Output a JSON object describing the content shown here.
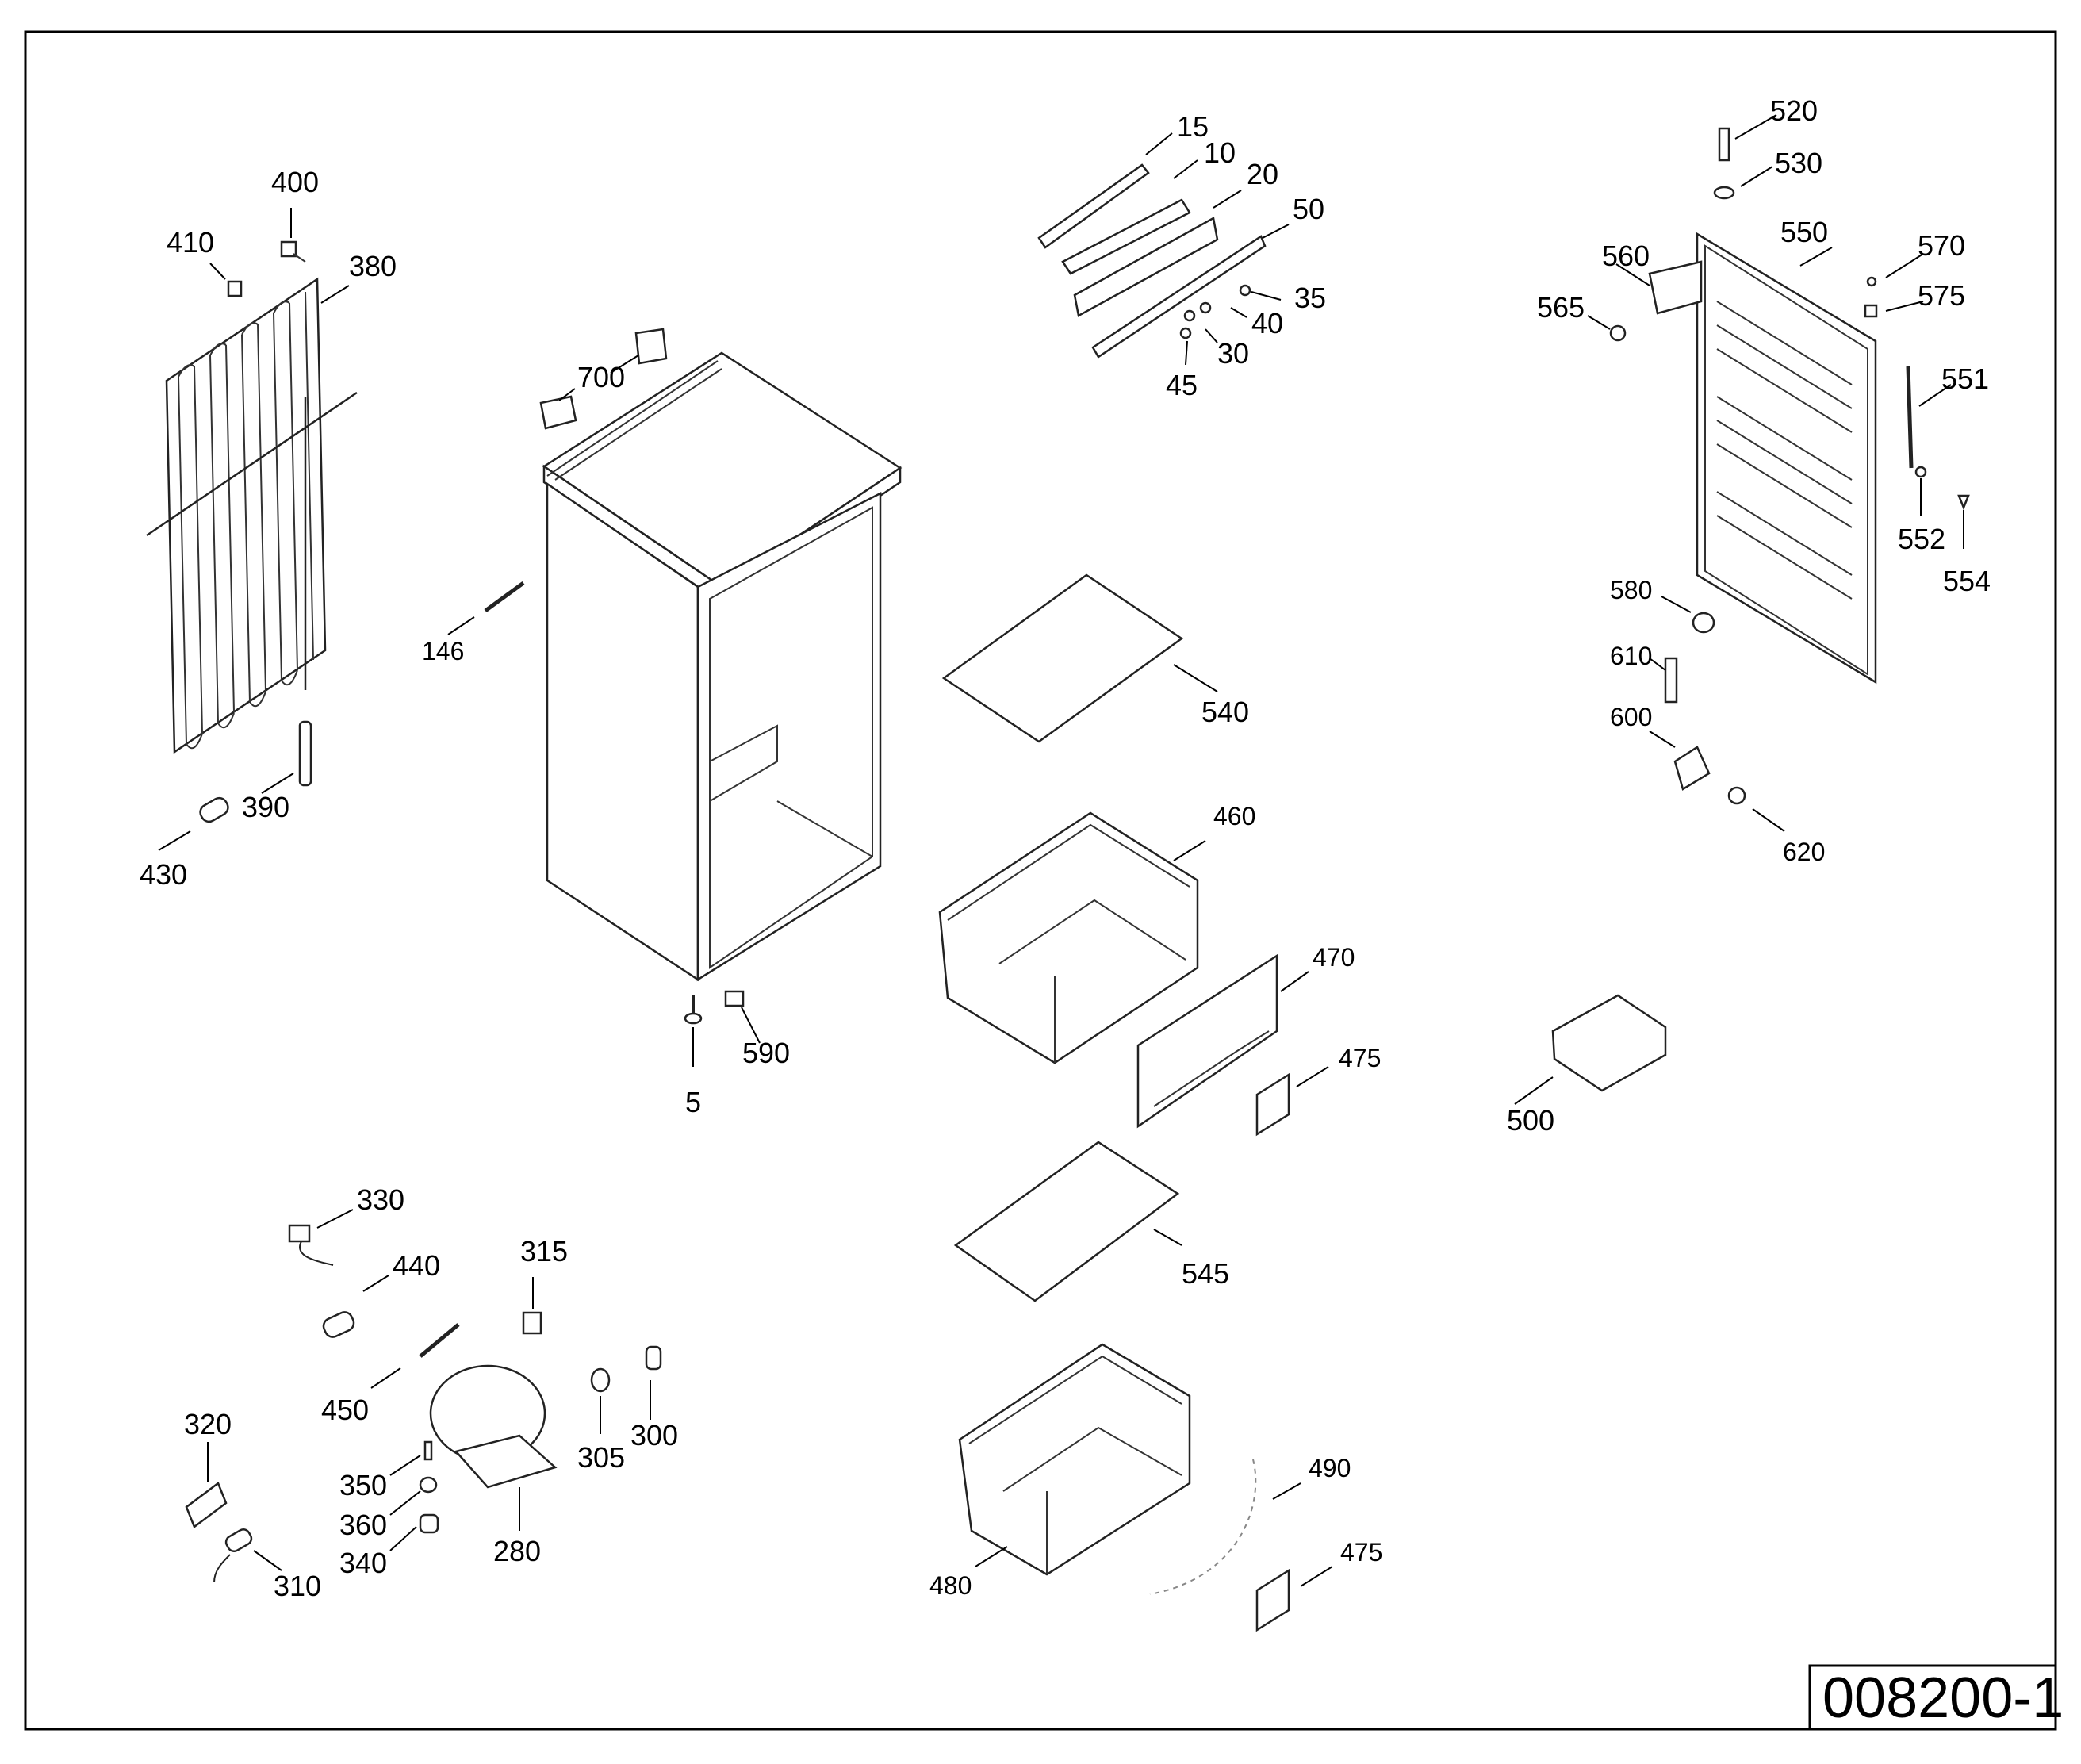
{
  "drawing_code": "008200-1",
  "callouts": [
    {
      "id": "p400",
      "text": "400"
    },
    {
      "id": "p410",
      "text": "410"
    },
    {
      "id": "p380",
      "text": "380"
    },
    {
      "id": "p390",
      "text": "390"
    },
    {
      "id": "p430",
      "text": "430"
    },
    {
      "id": "p146",
      "text": "146"
    },
    {
      "id": "p700",
      "text": "700"
    },
    {
      "id": "p5",
      "text": "5"
    },
    {
      "id": "p590",
      "text": "590"
    },
    {
      "id": "p15",
      "text": "15"
    },
    {
      "id": "p10",
      "text": "10"
    },
    {
      "id": "p20",
      "text": "20"
    },
    {
      "id": "p50",
      "text": "50"
    },
    {
      "id": "p35",
      "text": "35"
    },
    {
      "id": "p40",
      "text": "40"
    },
    {
      "id": "p30",
      "text": "30"
    },
    {
      "id": "p45",
      "text": "45"
    },
    {
      "id": "p540",
      "text": "540"
    },
    {
      "id": "p460",
      "text": "460"
    },
    {
      "id": "p470",
      "text": "470"
    },
    {
      "id": "p475a",
      "text": "475"
    },
    {
      "id": "p545",
      "text": "545"
    },
    {
      "id": "p480",
      "text": "480"
    },
    {
      "id": "p490",
      "text": "490"
    },
    {
      "id": "p475b",
      "text": "475"
    },
    {
      "id": "p520",
      "text": "520"
    },
    {
      "id": "p530",
      "text": "530"
    },
    {
      "id": "p560",
      "text": "560"
    },
    {
      "id": "p550",
      "text": "550"
    },
    {
      "id": "p570",
      "text": "570"
    },
    {
      "id": "p575",
      "text": "575"
    },
    {
      "id": "p565",
      "text": "565"
    },
    {
      "id": "p551",
      "text": "551"
    },
    {
      "id": "p552",
      "text": "552"
    },
    {
      "id": "p554",
      "text": "554"
    },
    {
      "id": "p580",
      "text": "580"
    },
    {
      "id": "p610",
      "text": "610"
    },
    {
      "id": "p600",
      "text": "600"
    },
    {
      "id": "p620",
      "text": "620"
    },
    {
      "id": "p500",
      "text": "500"
    },
    {
      "id": "p330",
      "text": "330"
    },
    {
      "id": "p440",
      "text": "440"
    },
    {
      "id": "p315",
      "text": "315"
    },
    {
      "id": "p450",
      "text": "450"
    },
    {
      "id": "p300",
      "text": "300"
    },
    {
      "id": "p305",
      "text": "305"
    },
    {
      "id": "p320",
      "text": "320"
    },
    {
      "id": "p350",
      "text": "350"
    },
    {
      "id": "p360",
      "text": "360"
    },
    {
      "id": "p340",
      "text": "340"
    },
    {
      "id": "p280",
      "text": "280"
    },
    {
      "id": "p310",
      "text": "310"
    }
  ]
}
